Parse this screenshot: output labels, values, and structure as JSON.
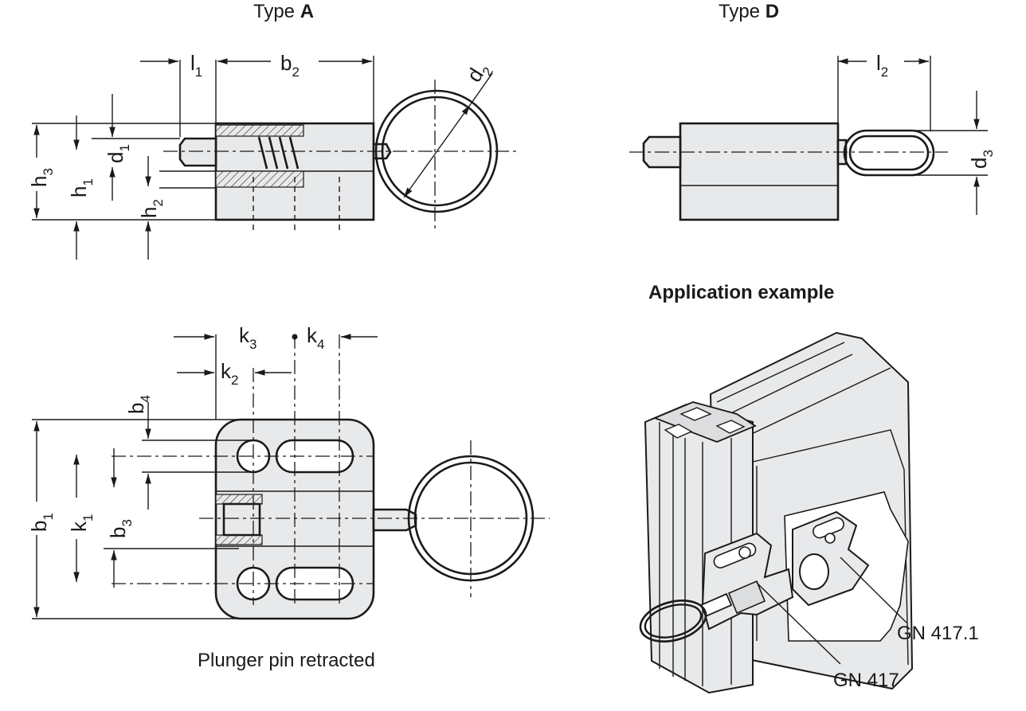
{
  "titles": {
    "type_a_prefix": "Type ",
    "type_a_letter": "A",
    "type_d_prefix": "Type ",
    "type_d_letter": "D",
    "application": "Application example"
  },
  "captions": {
    "retracted": "Plunger pin retracted"
  },
  "dimensions": {
    "l1": {
      "base": "l",
      "sub": "1"
    },
    "b2": {
      "base": "b",
      "sub": "2"
    },
    "d2": {
      "base": "d",
      "sub": "2"
    },
    "d1": {
      "base": "d",
      "sub": "1"
    },
    "h1": {
      "base": "h",
      "sub": "1"
    },
    "h2": {
      "base": "h",
      "sub": "2"
    },
    "h3": {
      "base": "h",
      "sub": "3"
    },
    "l2": {
      "base": "l",
      "sub": "2"
    },
    "d3": {
      "base": "d",
      "sub": "3"
    },
    "k2": {
      "base": "k",
      "sub": "2"
    },
    "k3": {
      "base": "k",
      "sub": "3"
    },
    "k4": {
      "base": "k",
      "sub": "4"
    },
    "b1": {
      "base": "b",
      "sub": "1"
    },
    "b3": {
      "base": "b",
      "sub": "3"
    },
    "b4": {
      "base": "b",
      "sub": "4"
    },
    "k1": {
      "base": "k",
      "sub": "1"
    }
  },
  "callouts": {
    "gn417_1": "GN 417.1",
    "gn417": "GN 417"
  }
}
